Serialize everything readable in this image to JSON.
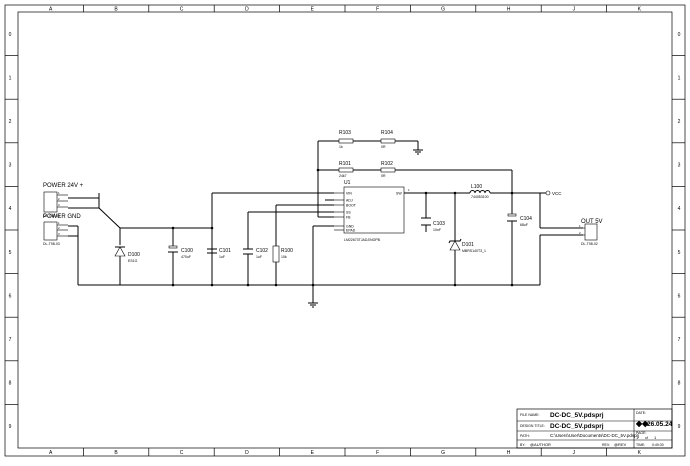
{
  "frame": {
    "columns": [
      "A",
      "B",
      "C",
      "D",
      "E",
      "F",
      "G",
      "H",
      "J",
      "K"
    ],
    "rows": [
      "0",
      "1",
      "2",
      "3",
      "4",
      "5",
      "6",
      "7",
      "8",
      "9"
    ]
  },
  "connectors": {
    "power_in": {
      "label": "POWER 24V +",
      "part": "DL-T98-03",
      "pins": [
        "1",
        "2",
        "3"
      ]
    },
    "gnd_in": {
      "label": "POWER GND",
      "part": "DL-T98-03",
      "pins": [
        "1",
        "2",
        "3"
      ]
    },
    "out": {
      "label": "OUT 5V",
      "part": "DL-T98-02",
      "pins": [
        "1",
        "2"
      ]
    }
  },
  "components": {
    "D100": {
      "ref": "D100",
      "value": "ES1G"
    },
    "C100": {
      "ref": "C100",
      "value": "470uF"
    },
    "C101": {
      "ref": "C101",
      "value": "1uF"
    },
    "C102": {
      "ref": "C102",
      "value": "1uF"
    },
    "R100": {
      "ref": "R100",
      "value": "10k"
    },
    "R101": {
      "ref": "R101",
      "value": "24k7"
    },
    "R102": {
      "ref": "R102",
      "value": "0R"
    },
    "R103": {
      "ref": "R103",
      "value": "1k"
    },
    "R104": {
      "ref": "R104",
      "value": "0R"
    },
    "C103": {
      "ref": "C103",
      "value": "10nF"
    },
    "D101": {
      "ref": "D101",
      "value": "MBRS140T3_1"
    },
    "L100": {
      "ref": "L100",
      "value": "744053100"
    },
    "C104": {
      "ref": "C104",
      "value": "68uF"
    },
    "U1": {
      "ref": "U1",
      "part": "LM22673TJADJ/NOPB",
      "pins_left": [
        "VIN",
        "ADJ",
        "BOOT",
        "SS",
        "FB",
        "GND",
        "EPAD"
      ],
      "pin_right": "SW",
      "pin_right_num": "1"
    }
  },
  "nets": {
    "vcc": "VCC"
  },
  "title_block": {
    "file_name_label": "FILE NAME:",
    "file_name": "DC-DC_5V.pdsprj",
    "design_title_label": "DESIGN TITLE:",
    "design_title": "DC-DC_5V.pdsprj",
    "path_label": "PATH:",
    "path": "C:\\Users\\User\\Documents\\DC-DC_5V.pdsprj",
    "by_label": "BY:",
    "by": "@AUTHOR",
    "rev_label": "REV:",
    "rev": "@REV",
    "date_label": "DATE:",
    "date": "26.05.24",
    "page_label": "PAGE:",
    "page": "1",
    "page_of": "of",
    "page_total": "1",
    "time_label": "TIME:",
    "time": "0:49:30"
  }
}
